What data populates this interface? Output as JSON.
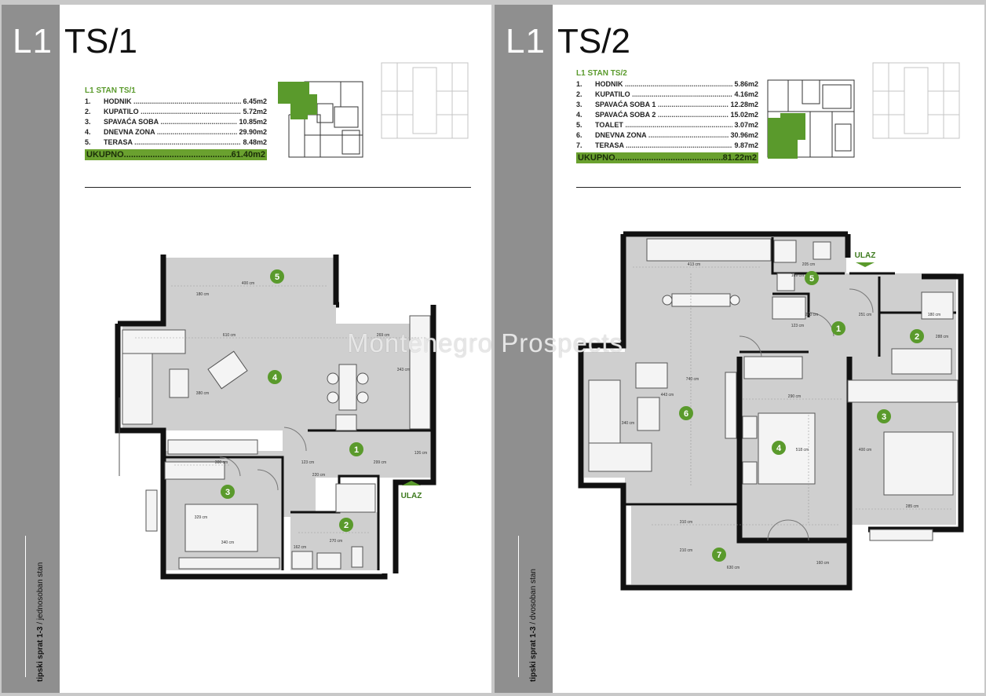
{
  "left": {
    "side_code": "L1",
    "title": "TS/1",
    "caption_bold": "tipski sprat 1-3",
    "caption_rest": " / jednosoban stan",
    "schedule": {
      "heading": "L1 STAN TS/1",
      "rows": [
        {
          "num": "1.",
          "name": "HODNIK",
          "area": "6.45m2"
        },
        {
          "num": "2.",
          "name": "KUPATILO",
          "area": "5.72m2"
        },
        {
          "num": "3.",
          "name": "SPAVAĆA SOBA",
          "area": "10.85m2"
        },
        {
          "num": "4.",
          "name": "DNEVNA ZONA",
          "area": "29.90m2"
        },
        {
          "num": "5.",
          "name": "TERASA",
          "area": "8.48m2"
        }
      ],
      "total_label": "UKUPNO",
      "total_value": "61.40m2"
    },
    "room_numbers": [
      "1",
      "2",
      "3",
      "4",
      "5"
    ],
    "entrance_label": "ULAZ",
    "dims": [
      "400 cm",
      "180 cm",
      "610 cm",
      "269 cm",
      "380 cm",
      "343 cm",
      "300 cm",
      "123 cm",
      "299 cm",
      "126 cm",
      "220 cm",
      "329 cm",
      "340 cm",
      "162 cm",
      "270 cm"
    ]
  },
  "right": {
    "side_code": "L1",
    "title": "TS/2",
    "caption_bold": "tipski sprat 1-3",
    "caption_rest": " / dvosoban stan",
    "schedule": {
      "heading": "L1 STAN TS/2",
      "rows": [
        {
          "num": "1.",
          "name": "HODNIK",
          "area": "5.86m2"
        },
        {
          "num": "2.",
          "name": "KUPATILO",
          "area": "4.16m2"
        },
        {
          "num": "3.",
          "name": "SPAVAĆA SOBA 1",
          "area": "12.28m2"
        },
        {
          "num": "4.",
          "name": "SPAVAĆA SOBA 2",
          "area": "15.02m2"
        },
        {
          "num": "5.",
          "name": "TOALET",
          "area": "3.07m2"
        },
        {
          "num": "6.",
          "name": "DNEVNA ZONA",
          "area": "30.96m2"
        },
        {
          "num": "7.",
          "name": "TERASA",
          "area": "9.87m2"
        }
      ],
      "total_label": "UKUPNO",
      "total_value": "81.22m2"
    },
    "room_numbers": [
      "1",
      "2",
      "3",
      "4",
      "5",
      "6",
      "7"
    ],
    "entrance_label": "ULAZ",
    "dims": [
      "413 cm",
      "205 cm",
      "109 cm",
      "123 cm",
      "240 cm",
      "251 cm",
      "180 cm",
      "288 cm",
      "740 cm",
      "443 cm",
      "340 cm",
      "290 cm",
      "518 cm",
      "400 cm",
      "285 cm",
      "310 cm",
      "210 cm",
      "630 cm",
      "160 cm"
    ]
  },
  "watermark": "Montenegro Prospects",
  "colors": {
    "accent_green": "#6aa12f",
    "wall": "#111111",
    "floor": "#cfcfcf",
    "sidebar": "#8f8f8f"
  }
}
